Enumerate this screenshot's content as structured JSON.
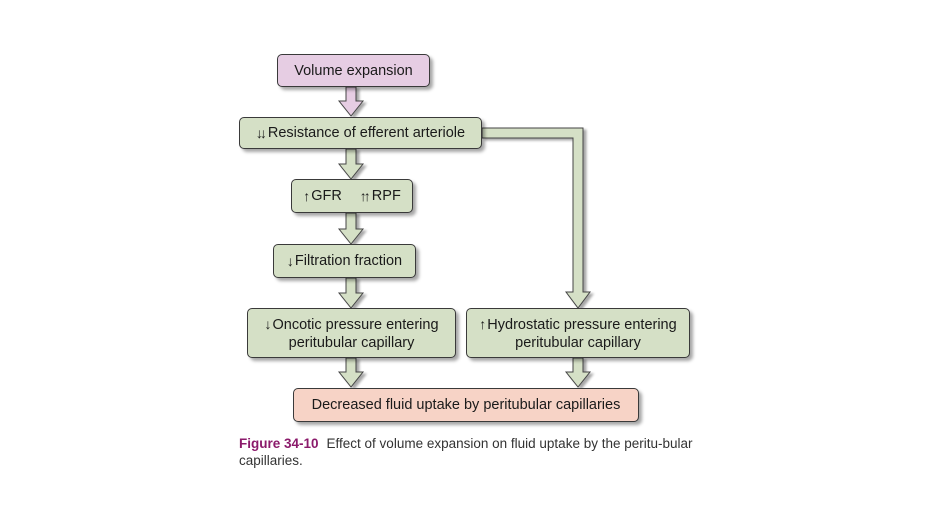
{
  "diagram": {
    "nodes": {
      "volume_expansion": {
        "label": "Volume expansion",
        "color": "#e6cde3"
      },
      "resistance": {
        "indicator": "↓↓",
        "label": "Resistance of efferent arteriole",
        "color": "#d5e0c6"
      },
      "gfr_rpf": {
        "gfr_indicator": "↑",
        "gfr_label": "GFR",
        "rpf_indicator": "↑↑",
        "rpf_label": "RPF",
        "color": "#d5e0c6"
      },
      "filtration_fraction": {
        "indicator": "↓",
        "label": "Filtration fraction",
        "color": "#d5e0c6"
      },
      "oncotic": {
        "indicator": "↓",
        "line1": "Oncotic pressure entering",
        "line2": "peritubular capillary",
        "color": "#d5e0c6"
      },
      "hydrostatic": {
        "indicator": "↑",
        "line1": "Hydrostatic pressure entering",
        "line2": "peritubular capillary",
        "color": "#d5e0c6"
      },
      "decreased_uptake": {
        "label": "Decreased fluid uptake by peritubular capillaries",
        "color": "#f7d3c6"
      }
    },
    "edges": [
      [
        "volume_expansion",
        "resistance"
      ],
      [
        "resistance",
        "gfr_rpf"
      ],
      [
        "resistance",
        "hydrostatic"
      ],
      [
        "gfr_rpf",
        "filtration_fraction"
      ],
      [
        "filtration_fraction",
        "oncotic"
      ],
      [
        "oncotic",
        "decreased_uptake"
      ],
      [
        "hydrostatic",
        "decreased_uptake"
      ]
    ]
  },
  "caption": {
    "figure_label": "Figure 34-10",
    "text": "Effect of volume expansion on fluid uptake by the peritu-bular capillaries."
  }
}
